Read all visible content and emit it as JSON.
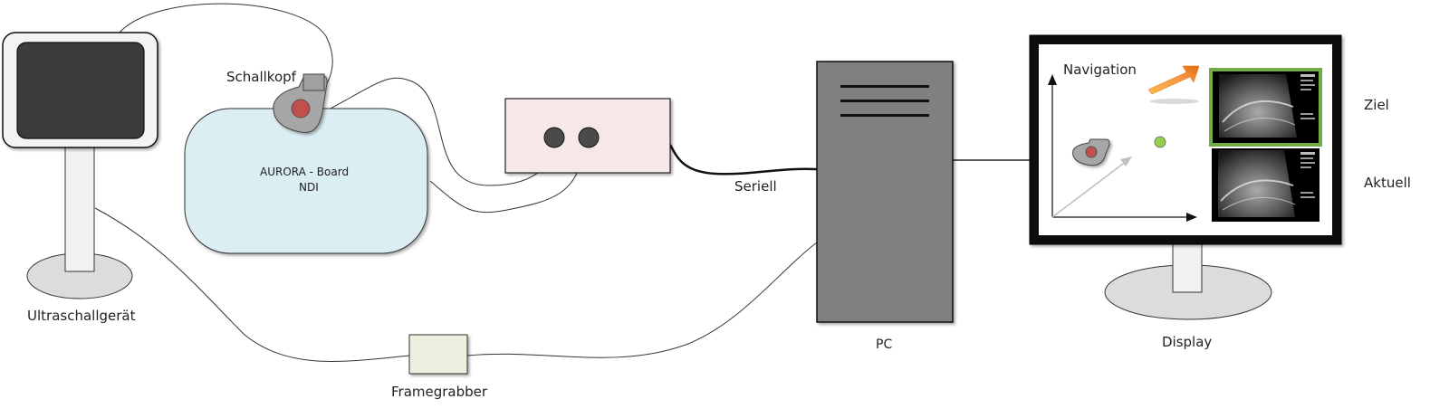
{
  "labels": {
    "ultraschallgeraet": "Ultraschallgerät",
    "schallkopf": "Schallkopf",
    "aurora_board_line1": "AURORA - Board",
    "aurora_board_line2": "NDI",
    "seriell": "Seriell",
    "framegrabber": "Framegrabber",
    "pc": "PC",
    "display": "Display",
    "navigation": "Navigation",
    "ziel": "Ziel",
    "aktuell": "Aktuell"
  },
  "colors": {
    "aurora_board_fill": "#dbeef3",
    "interface_box_fill": "#f6e8e8",
    "framegrabber_fill": "#ebf1de",
    "pc_fill": "#808080",
    "probe_tip": "#c0504d",
    "target_marker": "#92d050",
    "target_frame": "#70ad47",
    "arrow_orange": "#f79646"
  }
}
